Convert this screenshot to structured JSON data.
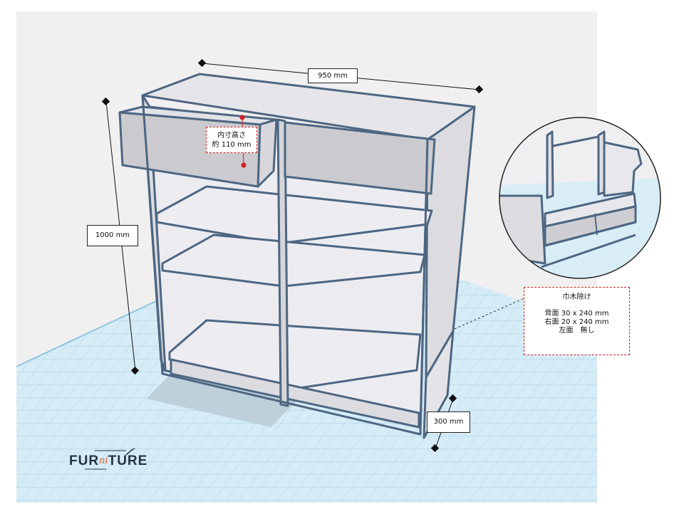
{
  "dimensions": {
    "width_label": "950 mm",
    "height_label": "1000 mm",
    "depth_label": "300 mm",
    "inner_height_line1": "内寸高さ",
    "inner_height_line2": "約 110 mm"
  },
  "note": {
    "title": "巾木除け",
    "line1": "背面 30 x 240 mm",
    "line2": "右面 20 x 240 mm",
    "line3": "左面　無し"
  },
  "logo": {
    "left": "FUR",
    "middle": "ni",
    "right": "TURE"
  },
  "colors": {
    "grid_floor": "#cfe8f3",
    "grid_line": "#a9d3e8",
    "board_face": "#e9e9ec",
    "board_edge": "#4d6682",
    "drawer_face": "#cbcbcf",
    "annotation_red": "#d02020",
    "logo_dark": "#243447",
    "logo_accent": "#e0622a"
  }
}
